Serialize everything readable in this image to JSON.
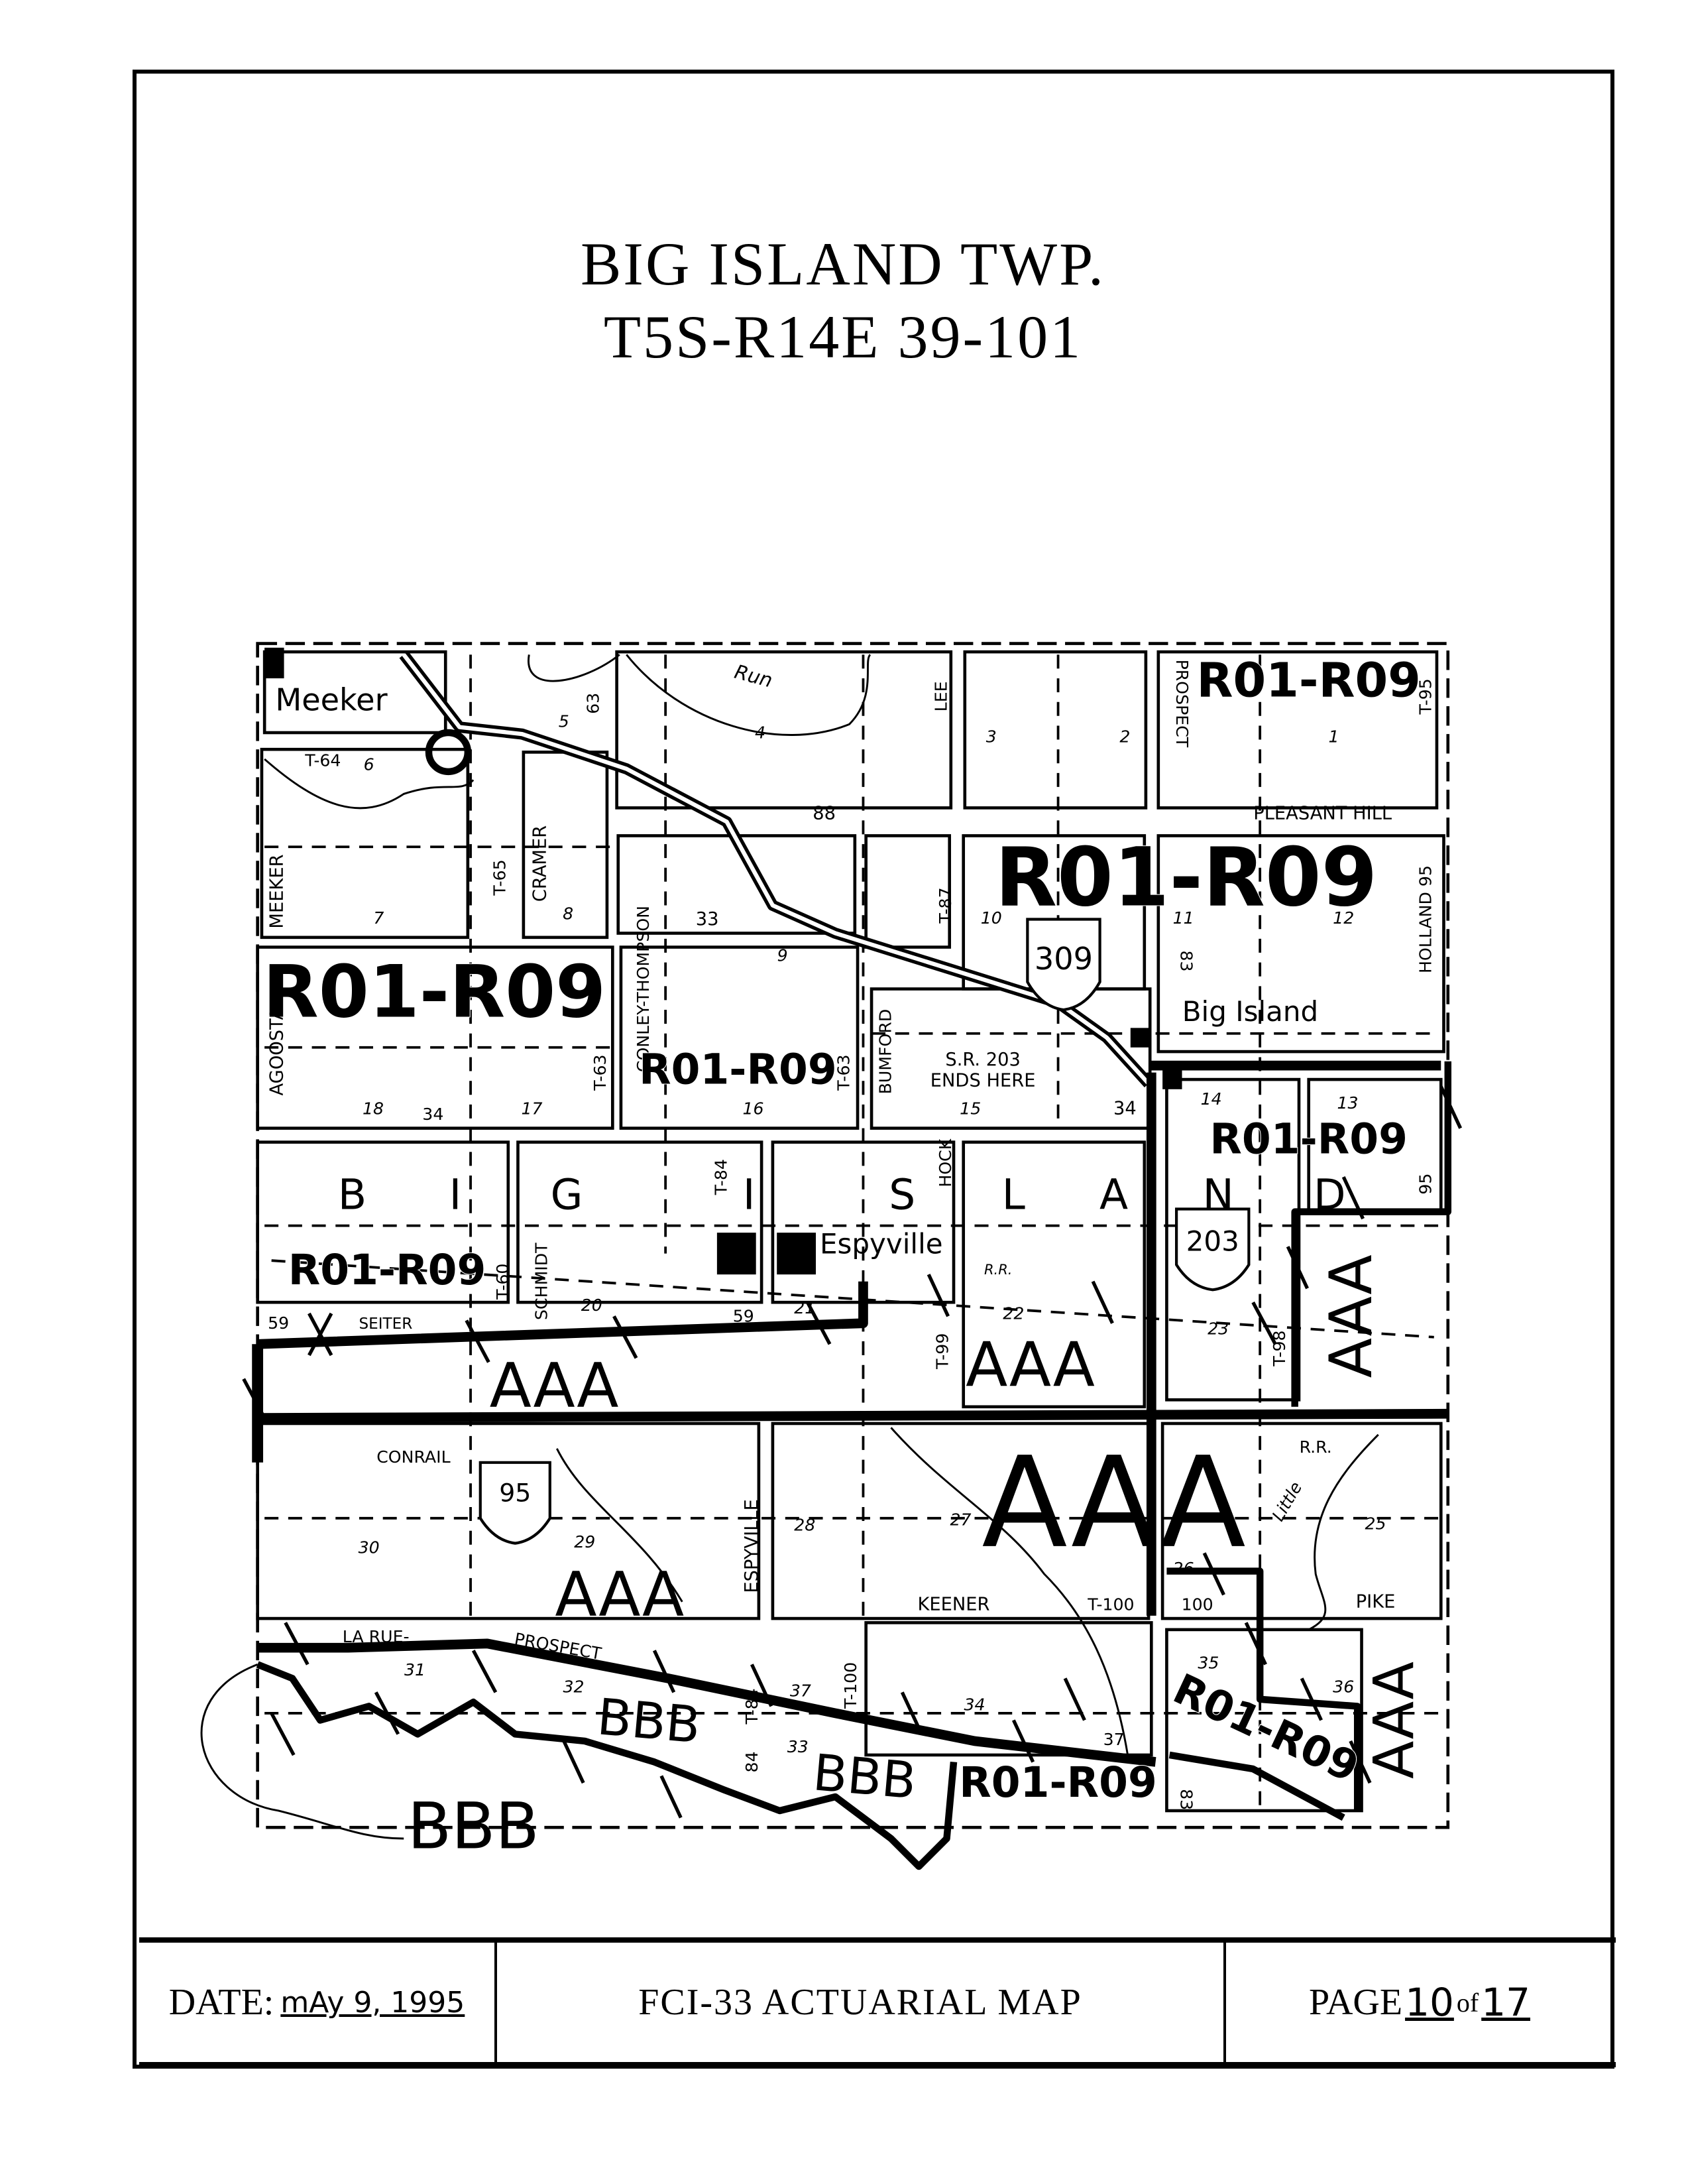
{
  "header": {
    "title_line1": "BIG ISLAND TWP.",
    "title_line2": "T5S-R14E   39-101"
  },
  "footer": {
    "date_label": "DATE:",
    "date_value": "mAy 9, 1995",
    "map_name": "FCI-33 ACTUARIAL  MAP",
    "page_label": "PAGE",
    "page_current": "10",
    "page_of": "of",
    "page_total": "17"
  },
  "map": {
    "labels": [
      "Meeker",
      "T-64",
      "6",
      "5",
      "63",
      "Run",
      "4",
      "LEE",
      "3",
      "2",
      "PROSPECT",
      "R01-R09",
      "T-95",
      "1",
      "88",
      "PLEASANT HILL",
      "MEEKER",
      "T-65",
      "CRAMER",
      "CONLEY-THOMPSON",
      "7",
      "8",
      "33",
      "T-87",
      "10",
      "R01-R09",
      "11",
      "12",
      "HOLLAND  95",
      "83",
      "9",
      "R01-R09",
      "AGOOSTA",
      "BUMFORD",
      "Big Island",
      "R01-R09",
      "T-63",
      "S.R. 203",
      "ENDS HERE",
      "18",
      "34",
      "17",
      "16",
      "15",
      "34",
      "T-63",
      "14",
      "13",
      "R01-R09",
      "B",
      "I",
      "G",
      "I",
      "S",
      "L",
      "A",
      "N",
      "D",
      "T-84",
      "HOCK",
      "95",
      "R01-R09",
      "SCHMIDT",
      "T-60",
      "Espyville",
      "R.R.",
      "20",
      "21",
      "22",
      "23",
      "59",
      "SEITER",
      "59",
      "T-99",
      "T-98",
      "AAA",
      "AAA",
      "AAA",
      "AAA",
      "CONRAIL",
      "ESPYVILLE",
      "28",
      "27",
      "30",
      "29",
      "R.R.",
      "Little",
      "25",
      "AAA",
      "26",
      "KEENER",
      "T-100",
      "100",
      "PIKE",
      "LA RUE-",
      "PROSPECT",
      "31",
      "32",
      "37",
      "34",
      "35",
      "36",
      "37",
      "33",
      "T-84",
      "T-100",
      "84",
      "83",
      "BBB",
      "BBB",
      "BBB",
      "R01-R09",
      "R01-R09",
      "AAA"
    ],
    "shields": [
      "309",
      "203",
      "95"
    ]
  }
}
